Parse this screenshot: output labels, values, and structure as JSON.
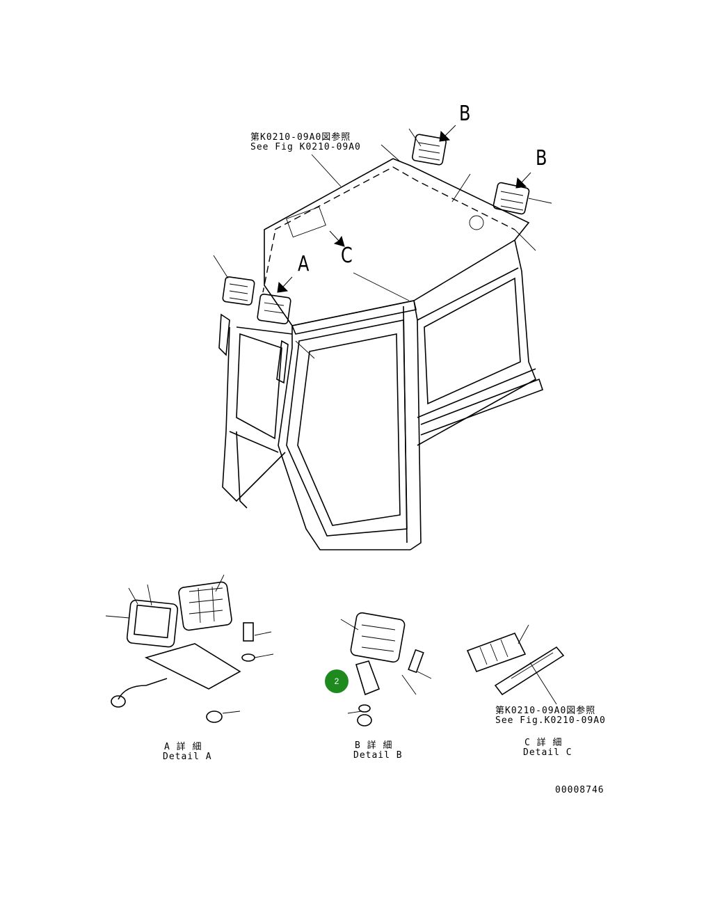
{
  "figure_code": "00008746",
  "view_markers": {
    "a": "A",
    "b1": "B",
    "b2": "B",
    "c": "C"
  },
  "refs": {
    "top": {
      "jp": "第K0210-09A0図参照",
      "en": "See Fig K0210-09A0"
    },
    "detail_c": {
      "jp": "第K0210-09A0図参照",
      "en": "See Fig.K0210-09A0"
    }
  },
  "details": {
    "a": {
      "jp": "A 詳 細",
      "en": "Detail A"
    },
    "b": {
      "jp": "B 詳 細",
      "en": "Detail B"
    },
    "c": {
      "jp": "C 詳 細",
      "en": "Detail C"
    }
  },
  "callout": {
    "number": "2",
    "color": "#1e8a1e"
  }
}
